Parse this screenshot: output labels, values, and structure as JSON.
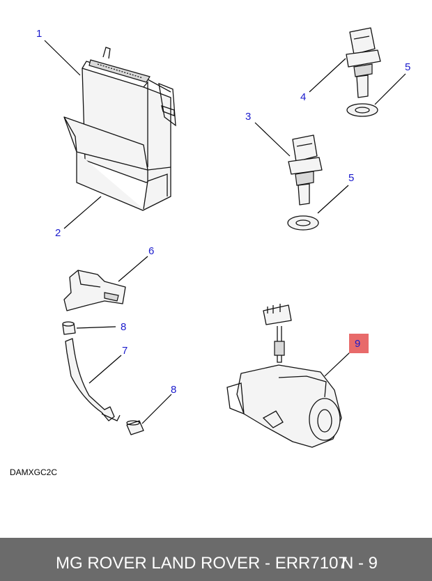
{
  "diagram": {
    "callouts": {
      "c1": "1",
      "c2": "2",
      "c3": "3",
      "c4": "4",
      "c5a": "5",
      "c5b": "5",
      "c6": "6",
      "c7": "7",
      "c8a": "8",
      "c8b": "8",
      "c9": "9"
    },
    "highlight_color": "#e86a6a",
    "callout_color": "#1a1acc",
    "drawing_code": "DAMXGC2C"
  },
  "footer": {
    "brand_part": "MG ROVER LAND ROVER - ERR7107",
    "page": "N - 9",
    "background": "#6b6b6b"
  }
}
